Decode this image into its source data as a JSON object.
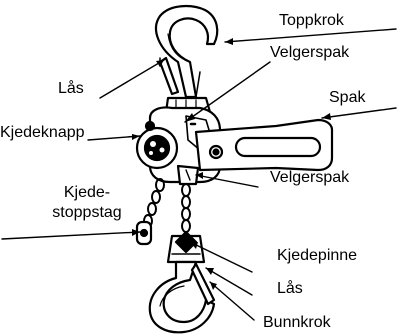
{
  "labels": {
    "top_hook": "Toppkrok",
    "selector_lever_upper": "Velgerspak",
    "latch_upper": "Lås",
    "lever": "Spak",
    "chain_button": "Kjedeknapp",
    "selector_lever_lower": "Velgerspak",
    "chain_stopper_line1": "Kjede-",
    "chain_stopper_line2": "stoppstag",
    "chain_pin": "Kjedepinne",
    "latch_lower": "Lås",
    "bottom_hook": "Bunnkrok"
  },
  "colors": {
    "ink": "#000000",
    "paper": "#ffffff"
  }
}
